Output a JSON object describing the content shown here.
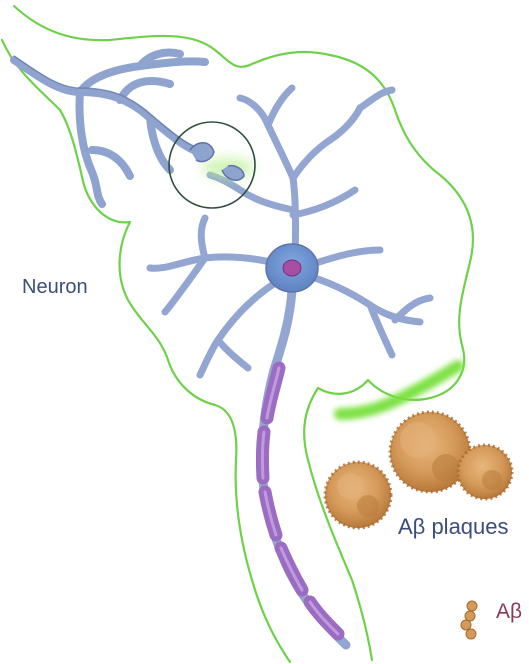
{
  "labels": {
    "neuron": "Neuron",
    "plaques": "Aβ plaques",
    "abeta": "Aβ"
  },
  "colors": {
    "membrane": "#7ed957",
    "membrane_dark": "#5fc234",
    "neuron_body": "#8fa3cf",
    "neuron_outline": "#5f73a8",
    "nucleus": "#a64fa3",
    "myelin": "#9b6cc2",
    "plaque": "#d49a5a",
    "plaque_dark": "#a8692f",
    "glow": "#77e03a",
    "neuron_label": "#3b4d7a",
    "plaques_label": "#3b4d7a",
    "abeta_label": "#8a3a57"
  },
  "icons": {
    "synapse": "synapse-circle-icon",
    "amyloid": "amyloid-fragment-icon"
  }
}
